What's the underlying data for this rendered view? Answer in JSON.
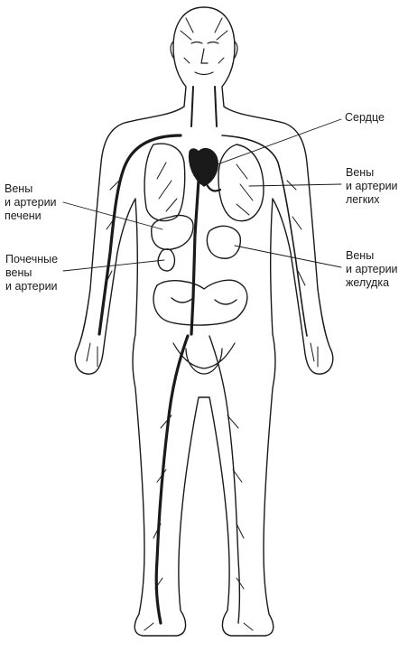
{
  "labels": {
    "heart": "Сердце",
    "liver": "Вены\nи артерии\nпечени",
    "lungs": "Вены\nи артерии\nлегких",
    "kidney": "Почечные\nвены\nи артерии",
    "stomach": "Вены\nи артерии\nжелудка"
  },
  "colors": {
    "line": "#1a1a1a",
    "background": "#ffffff"
  }
}
